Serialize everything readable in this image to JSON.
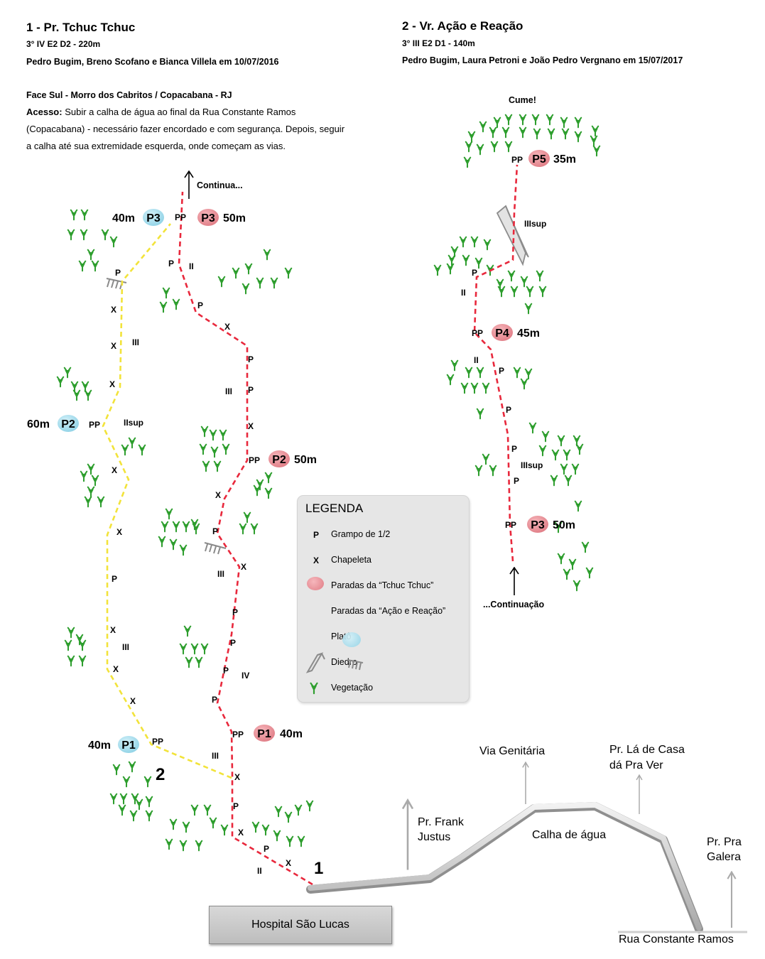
{
  "route1": {
    "title": "1 - Pr. Tchuc Tchuc",
    "grade": "3° IV E2 D2 - 220m",
    "authors": "Pedro Bugim, Breno Scofano e Bianca Villela em 10/07/2016"
  },
  "route2": {
    "title": "2 - Vr. Ação e Reação",
    "grade": "3° III E2 D1 - 140m",
    "authors": "Pedro Bugim, Laura Petroni e João Pedro Vergnano em 15/07/2017"
  },
  "info": {
    "face": "Face Sul - Morro dos Cabritos / Copacabana - RJ",
    "access_label": "Acesso:",
    "access_text": "Subir a calha de água ao final da Rua Constante Ramos (Copacabana) - necessário fazer encordado e com segurança. Depois, seguir a calha até sua extremidade esquerda, onde começam as vias."
  },
  "diagram": {
    "continua": "Continua...",
    "continuacao": "...Continuação",
    "cume": "Cume!",
    "stations": {
      "left_p3": "P3",
      "left_p3_len": "40m",
      "left_p2": "P2",
      "left_p2_len": "60m",
      "left_p1": "P1",
      "left_p1_len": "40m",
      "mid_p3": "P3",
      "mid_p3_len": "50m",
      "mid_p2": "P2",
      "mid_p2_len": "50m",
      "mid_p1": "P1",
      "mid_p1_len": "40m",
      "r_p5": "P5",
      "r_p5_len": "35m",
      "r_p4": "P4",
      "r_p4_len": "45m",
      "r_p3": "P3",
      "r_p3_len": "50m"
    },
    "marks": {
      "p": "P",
      "pp": "PP",
      "x": "X"
    },
    "grades": {
      "ii": "II",
      "iii": "III",
      "iv": "IV",
      "iisup": "IIsup",
      "iiisup": "IIIsup"
    },
    "route_numbers": {
      "one": "1",
      "two": "2"
    }
  },
  "legend": {
    "title": "LEGENDA",
    "items": [
      {
        "symbol": "P",
        "label": "Grampo de 1/2"
      },
      {
        "symbol": "X",
        "label": "Chapeleta"
      },
      {
        "symbol": "",
        "label": "Paradas da “Tchuc Tchuc”"
      },
      {
        "symbol": "",
        "label": "Paradas da “Ação e Reação”"
      },
      {
        "symbol": "",
        "label": "Platô"
      },
      {
        "symbol": "",
        "label": "Diedro"
      },
      {
        "symbol": "",
        "label": "Vegetação"
      }
    ]
  },
  "bottom": {
    "hospital": "Hospital São Lucas",
    "street": "Rua Constante Ramos",
    "calha": "Calha de água",
    "routes": {
      "frank_1": "Pr. Frank",
      "frank_2": "Justus",
      "genitaria": "Via Genitária",
      "la_de_casa_1": "Pr. Lá de Casa",
      "la_de_casa_2": "dá Pra Ver",
      "pra_galera_1": "Pr. Pra",
      "pra_galera_2": "Galera"
    }
  },
  "colors": {
    "route1_line": "#e8283c",
    "route2_line": "#f2e33a",
    "route1_station": "#ec8f96",
    "route2_station": "#a8dfef",
    "vegetation": "#2e9e2e"
  },
  "icons": [
    "arrow-up-icon",
    "piton-icon",
    "bolt-icon",
    "station-icon",
    "plato-icon",
    "diedro-icon",
    "vegetation-icon"
  ]
}
